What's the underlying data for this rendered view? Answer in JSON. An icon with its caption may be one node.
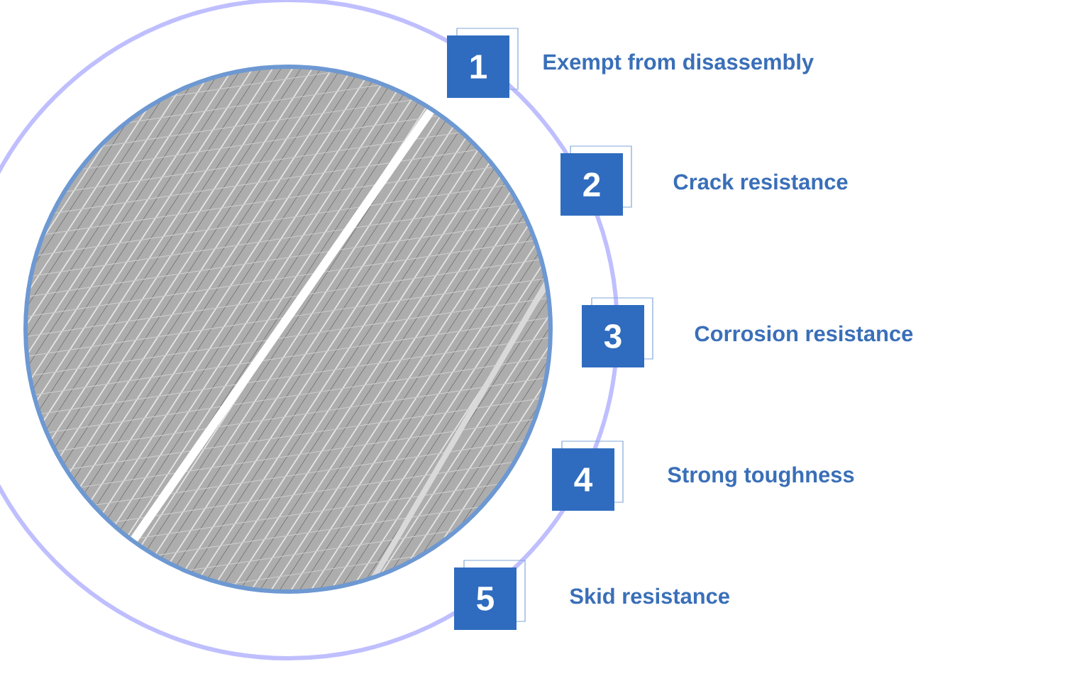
{
  "diagram": {
    "nodes": [
      {
        "text": [
          "1"
        ],
        "beside": [
          "Exempt from disassembly"
        ]
      },
      {
        "text": [
          "2"
        ],
        "beside": [
          "Crack resistance"
        ]
      },
      {
        "text": [
          "3"
        ],
        "beside": [
          "Corrosion  resistance"
        ]
      },
      {
        "text": [
          "4"
        ],
        "beside": [
          "Strong toughness"
        ]
      },
      {
        "text": [
          "5"
        ],
        "beside": [
          "Skid  resistance"
        ]
      }
    ]
  }
}
